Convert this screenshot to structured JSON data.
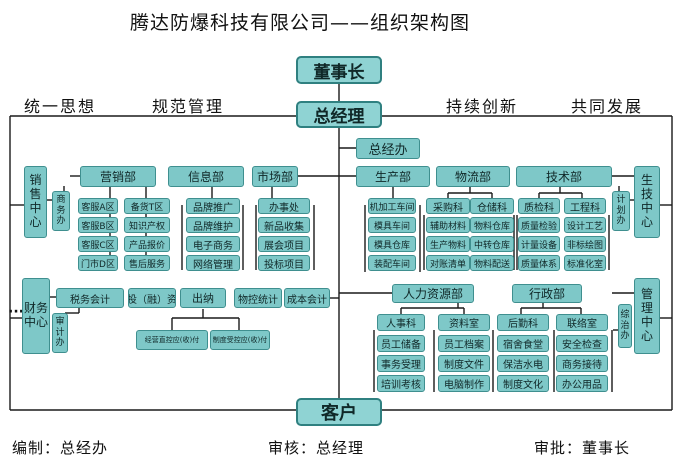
{
  "title": "腾达防爆科技有限公司——组织架构图",
  "slogans": [
    "统一思想",
    "规范管理",
    "持续创新",
    "共同发展"
  ],
  "footer": {
    "author": "编制：总经办",
    "reviewer": "审核：总经理",
    "approver": "审批：董事长"
  },
  "top": {
    "chairman": "董事长",
    "gm": "总经理",
    "gm_office": "总经办",
    "customer": "客户"
  },
  "centers": {
    "sales": "销售中心",
    "production": "生技中心",
    "finance": "财务中心",
    "admin": "管理中心"
  },
  "small_offices": {
    "commerce": "商务办",
    "planning": "计划办",
    "audit": "审计办",
    "general": "综治办"
  },
  "sales_depts": {
    "marketing": "营销部",
    "info": "信息部",
    "market": "市场部"
  },
  "marketing_items": [
    "客服A区",
    "客服B区",
    "客服C区",
    "门市D区",
    "备货T区",
    "知识产权",
    "产品报价",
    "售后服务"
  ],
  "info_items": [
    "品牌推广",
    "品牌维护",
    "电子商务",
    "网络管理"
  ],
  "market_items": [
    "办事处",
    "新品收集",
    "展会项目",
    "投标项目"
  ],
  "prod_depts": {
    "production": "生产部",
    "logistics": "物流部",
    "tech": "技术部"
  },
  "production_items": [
    "机加工车间",
    "模具车间",
    "模具仓库",
    "装配车间"
  ],
  "purchasing": {
    "head": "采购科",
    "items": [
      "辅助材料",
      "生产物料",
      "对账清单"
    ]
  },
  "warehouse": {
    "head": "仓储科",
    "items": [
      "物料仓库",
      "中转仓库",
      "物料配送"
    ]
  },
  "quality": {
    "head": "质检科",
    "items": [
      "质量检验",
      "计量设备",
      "质量体系"
    ]
  },
  "engineering": {
    "head": "工程科",
    "items": [
      "设计工艺",
      "非标绘图",
      "标准化室"
    ]
  },
  "finance_row": {
    "tax": "税务会计",
    "invest": "投（融）资",
    "cashier": "出纳",
    "material_stat": "物控统计",
    "cost": "成本会计"
  },
  "cashier_items": [
    "经营直控应(收)付",
    "制度受控应(收)付"
  ],
  "admin_depts": {
    "hr": "人力资源部",
    "admin": "行政部"
  },
  "personnel": {
    "head": "人事科",
    "items": [
      "员工储备",
      "事务受理",
      "培训考核"
    ]
  },
  "records": {
    "head": "资料室",
    "items": [
      "员工档案",
      "制度文件",
      "电脑制作"
    ]
  },
  "logistics_support": {
    "head": "后勤科",
    "items": [
      "宿舍食堂",
      "保洁水电",
      "制度文化"
    ]
  },
  "liaison": {
    "head": "联络室",
    "items": [
      "安全检查",
      "商务接待",
      "办公用品"
    ]
  },
  "ellipsis": "···",
  "colors": {
    "box_fill": "#7ec8c8",
    "box_border": "#3f8f8f",
    "line": "#1a1a1a",
    "background": "#ffffff"
  }
}
